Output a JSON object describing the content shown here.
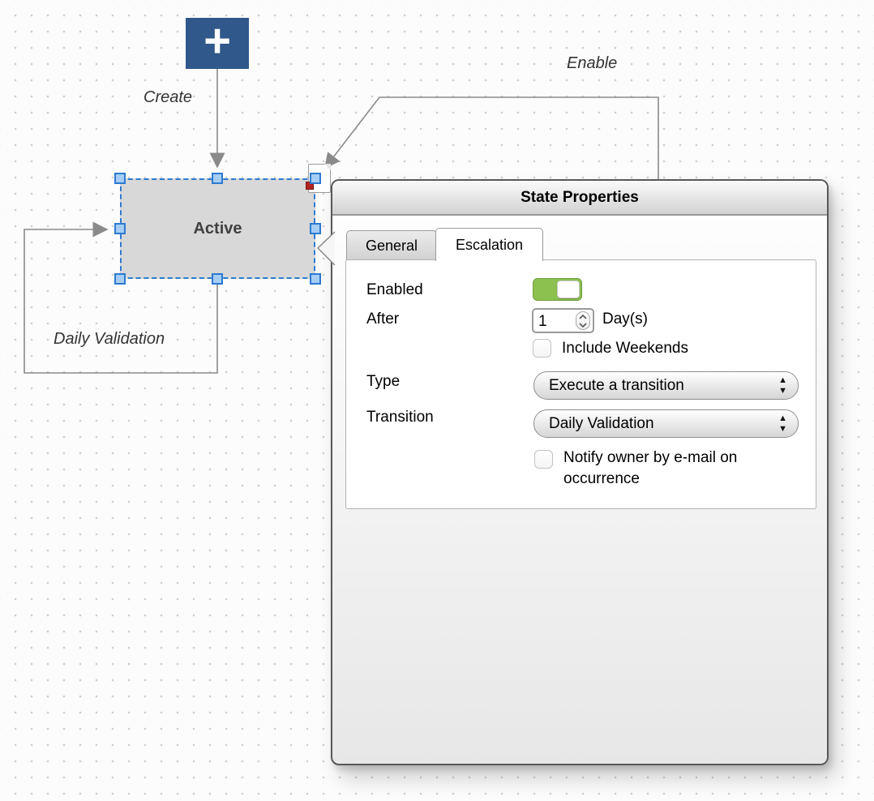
{
  "canvas": {
    "create_label": "Create",
    "enable_label": "Enable",
    "daily_validation_label": "Daily Validation",
    "state_label": "Active",
    "plus_glyph": "+"
  },
  "dialog": {
    "title": "State Properties",
    "tabs": [
      {
        "label": "General",
        "active": false
      },
      {
        "label": "Escalation",
        "active": true
      }
    ],
    "form": {
      "enabled_label": "Enabled",
      "enabled_on": true,
      "after_label": "After",
      "after_value": "1",
      "after_unit": "Day(s)",
      "include_weekends_label": "Include Weekends",
      "include_weekends_checked": false,
      "type_label": "Type",
      "type_value": "Execute a transition",
      "transition_label": "Transition",
      "transition_value": "Daily Validation",
      "notify_label": "Notify owner by e-mail on occurrence",
      "notify_checked": false
    }
  },
  "icons": {
    "select_up": "▲",
    "select_down": "▼"
  },
  "colors": {
    "node_blue": "#30588a",
    "selection_blue": "#2e7ad0",
    "handle_fill": "#a6cdf4",
    "toggle_green": "#8cc14f",
    "marker_red": "#b3241e",
    "wire_gray": "#8a8a8a",
    "state_fill": "#d8d8d8"
  }
}
